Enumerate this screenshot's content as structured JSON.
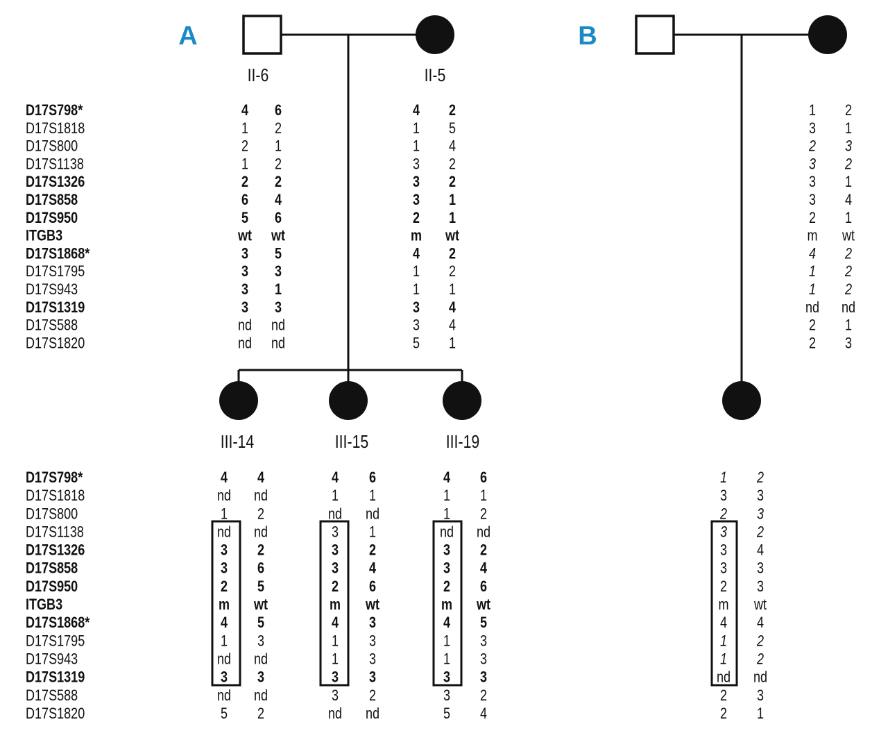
{
  "panels": {
    "a": "A",
    "b": "B"
  },
  "markers": [
    {
      "name": "D17S798*",
      "bold": true
    },
    {
      "name": "D17S1818",
      "bold": false
    },
    {
      "name": "D17S800",
      "bold": false
    },
    {
      "name": "D17S1138",
      "bold": false
    },
    {
      "name": "D17S1326",
      "bold": true
    },
    {
      "name": "D17S858",
      "bold": true
    },
    {
      "name": "D17S950",
      "bold": true
    },
    {
      "name": "ITGB3",
      "bold": true
    },
    {
      "name": "D17S1868*",
      "bold": true
    },
    {
      "name": "D17S1795",
      "bold": false
    },
    {
      "name": "D17S943",
      "bold": false
    },
    {
      "name": "D17S1319",
      "bold": true
    },
    {
      "name": "D17S588",
      "bold": false
    },
    {
      "name": "D17S1820",
      "bold": false
    }
  ],
  "pedigree_a": {
    "parents": [
      {
        "id": "II-6",
        "sex": "male",
        "affected": false,
        "a1": [
          "4",
          "1",
          "2",
          "1",
          "2",
          "6",
          "5",
          "wt",
          "3",
          "3",
          "3",
          "3",
          "nd",
          "nd"
        ],
        "a2": [
          "6",
          "2",
          "1",
          "2",
          "2",
          "4",
          "6",
          "wt",
          "5",
          "3",
          "1",
          "3",
          "nd",
          "nd"
        ],
        "extra_bold_rows": [
          9,
          10
        ]
      },
      {
        "id": "II-5",
        "sex": "female",
        "affected": true,
        "a1": [
          "4",
          "1",
          "1",
          "3",
          "3",
          "3",
          "2",
          "m",
          "4",
          "1",
          "1",
          "3",
          "3",
          "5"
        ],
        "a2": [
          "2",
          "5",
          "4",
          "2",
          "2",
          "1",
          "1",
          "wt",
          "2",
          "2",
          "1",
          "4",
          "4",
          "1"
        ],
        "extra_bold_rows": []
      }
    ],
    "children": [
      {
        "id": "III-14",
        "sex": "female",
        "affected": true,
        "a1": [
          "4",
          "nd",
          "1",
          "nd",
          "3",
          "3",
          "2",
          "m",
          "4",
          "1",
          "nd",
          "3",
          "nd",
          "5"
        ],
        "a2": [
          "4",
          "nd",
          "2",
          "nd",
          "2",
          "6",
          "5",
          "wt",
          "5",
          "3",
          "nd",
          "3",
          "nd",
          "2"
        ]
      },
      {
        "id": "III-15",
        "sex": "female",
        "affected": true,
        "a1": [
          "4",
          "1",
          "nd",
          "3",
          "3",
          "3",
          "2",
          "m",
          "4",
          "1",
          "1",
          "3",
          "3",
          "nd"
        ],
        "a2": [
          "6",
          "1",
          "nd",
          "1",
          "2",
          "4",
          "6",
          "wt",
          "3",
          "3",
          "3",
          "3",
          "2",
          "nd"
        ]
      },
      {
        "id": "III-19",
        "sex": "female",
        "affected": true,
        "a1": [
          "4",
          "1",
          "1",
          "nd",
          "3",
          "3",
          "2",
          "m",
          "4",
          "1",
          "1",
          "3",
          "3",
          "5"
        ],
        "a2": [
          "6",
          "1",
          "2",
          "nd",
          "2",
          "4",
          "6",
          "wt",
          "5",
          "3",
          "3",
          "3",
          "2",
          "4"
        ]
      }
    ]
  },
  "pedigree_b": {
    "father": {
      "sex": "male",
      "affected": false
    },
    "mother": {
      "sex": "female",
      "affected": true,
      "a1": [
        "1",
        "3",
        "2",
        "3",
        "3",
        "3",
        "2",
        "m",
        "4",
        "1",
        "1",
        "nd",
        "2",
        "2"
      ],
      "a2": [
        "2",
        "1",
        "3",
        "2",
        "1",
        "4",
        "1",
        "wt",
        "2",
        "2",
        "2",
        "nd",
        "1",
        "3"
      ],
      "italic_rows": [
        2,
        3,
        8,
        9,
        10
      ]
    },
    "child": {
      "sex": "female",
      "affected": true,
      "a1": [
        "1",
        "3",
        "2",
        "3",
        "3",
        "3",
        "2",
        "m",
        "4",
        "1",
        "1",
        "nd",
        "2",
        "2"
      ],
      "a2": [
        "2",
        "3",
        "3",
        "2",
        "4",
        "3",
        "3",
        "wt",
        "4",
        "2",
        "2",
        "nd",
        "3",
        "1"
      ],
      "italic_rows": [
        0,
        2,
        3,
        9,
        10
      ]
    }
  },
  "colors": {
    "panel_label": "#1a8ac6",
    "line": "#111111"
  }
}
